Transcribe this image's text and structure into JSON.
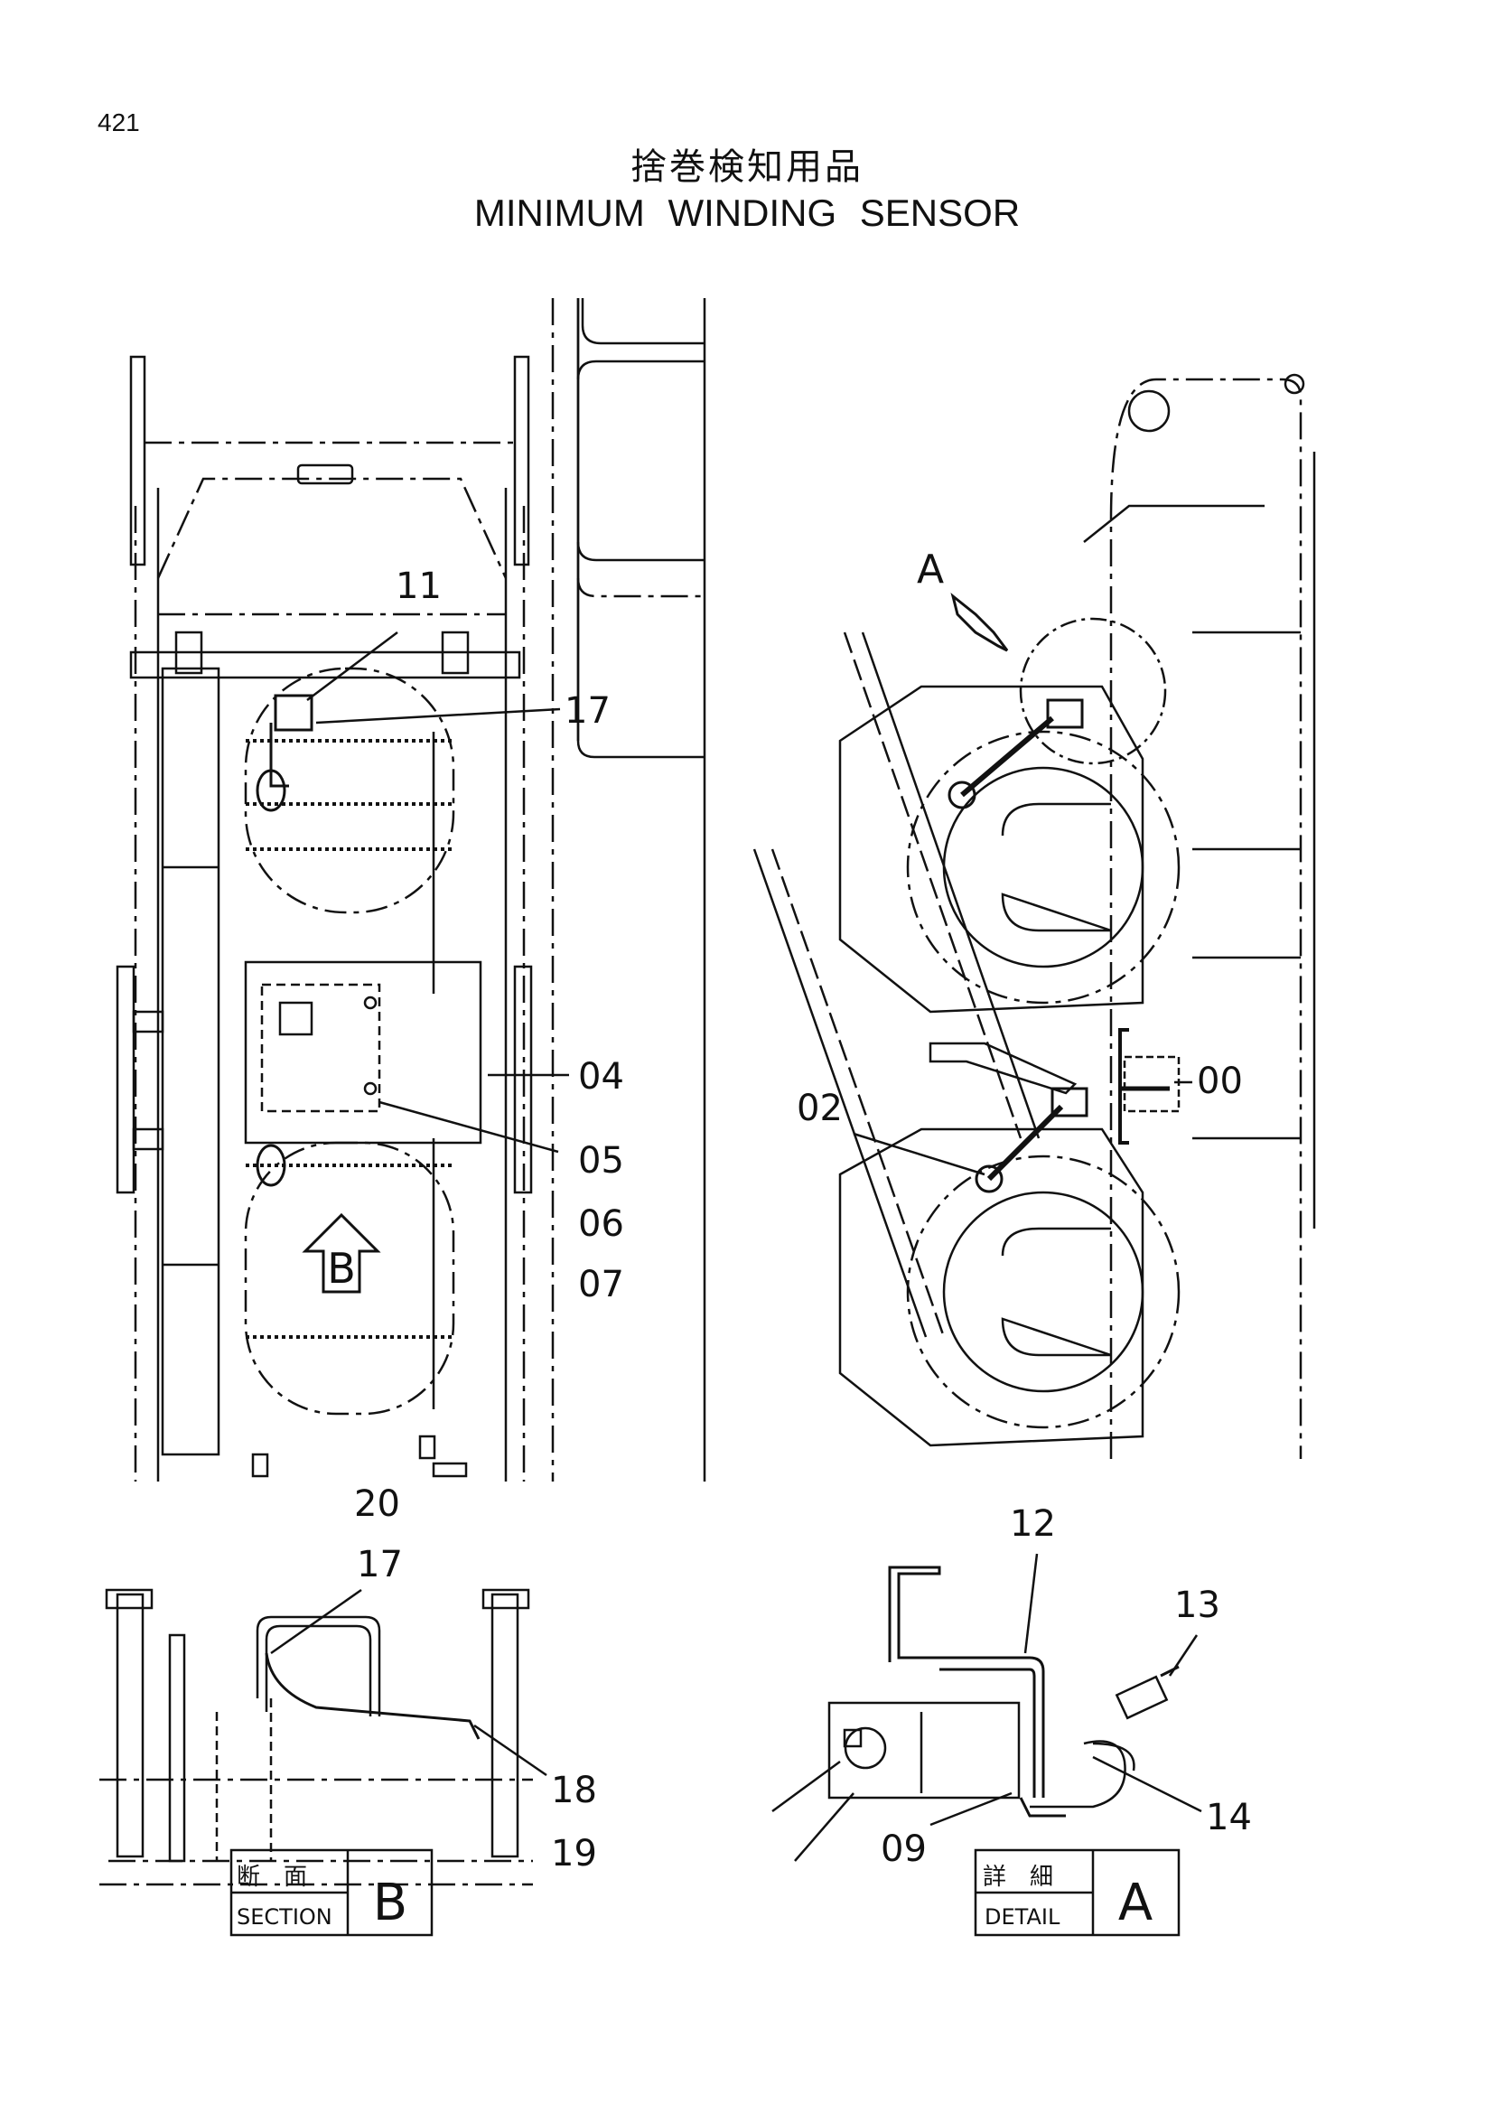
{
  "page_number": "421",
  "title_jp": "捨巻検知用品",
  "title_en": "MINIMUM  WINDING  SENSOR",
  "callouts": [
    "11",
    "17",
    "04",
    "05",
    "06",
    "07",
    "20",
    "02",
    "00",
    "12",
    "13",
    "14",
    "09",
    "17",
    "18",
    "19"
  ],
  "view_arrow_b": "B",
  "view_arrow_a": "A",
  "section_box": {
    "jp": "断　面",
    "en": "SECTION",
    "letter": "B"
  },
  "detail_box": {
    "jp": "詳　細",
    "en": "DETAIL",
    "letter": "A"
  }
}
